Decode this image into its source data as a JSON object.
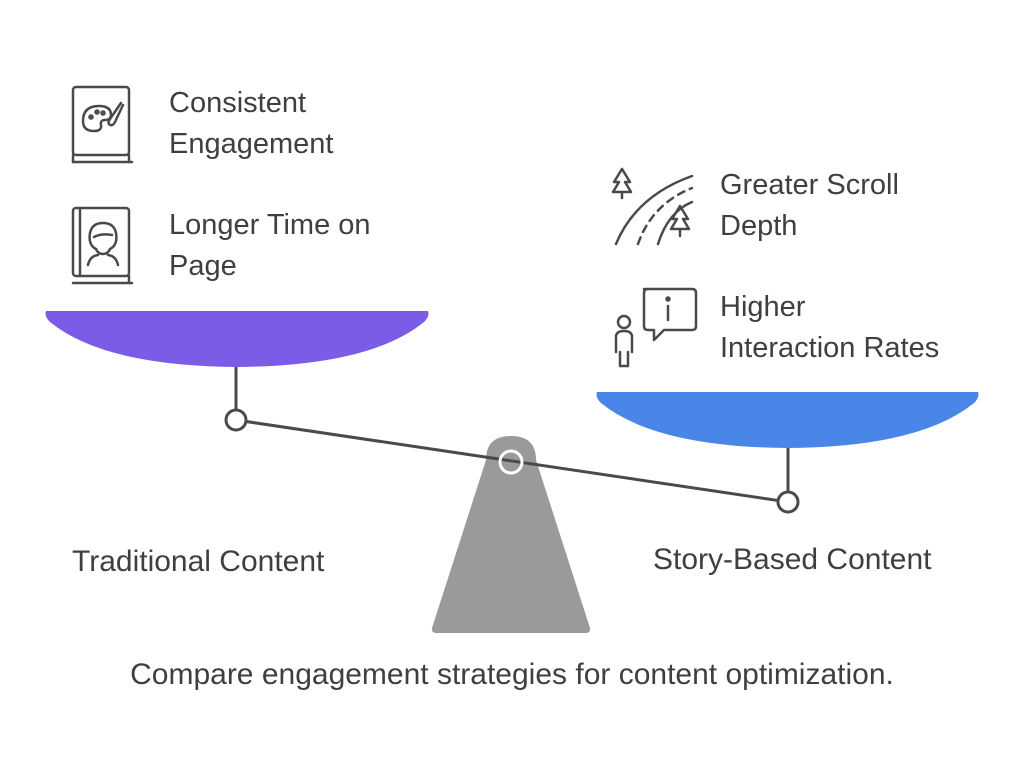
{
  "left_side": {
    "title": "Traditional Content",
    "pan_color": "#7b5ce6",
    "items": [
      {
        "label": "Consistent\nEngagement",
        "icon": "book-palette-icon"
      },
      {
        "label": "Longer Time on\nPage",
        "icon": "book-person-icon"
      }
    ]
  },
  "right_side": {
    "title": "Story-Based Content",
    "pan_color": "#4a86e8",
    "items": [
      {
        "label": "Greater Scroll\nDepth",
        "icon": "road-trees-icon"
      },
      {
        "label": "Higher\nInteraction Rates",
        "icon": "person-info-bubble-icon"
      }
    ]
  },
  "colors": {
    "beam": "#4a4a4a",
    "fulcrum": "#9a9a9a",
    "text": "#3f3f3f"
  },
  "caption": "Compare engagement strategies for content optimization."
}
